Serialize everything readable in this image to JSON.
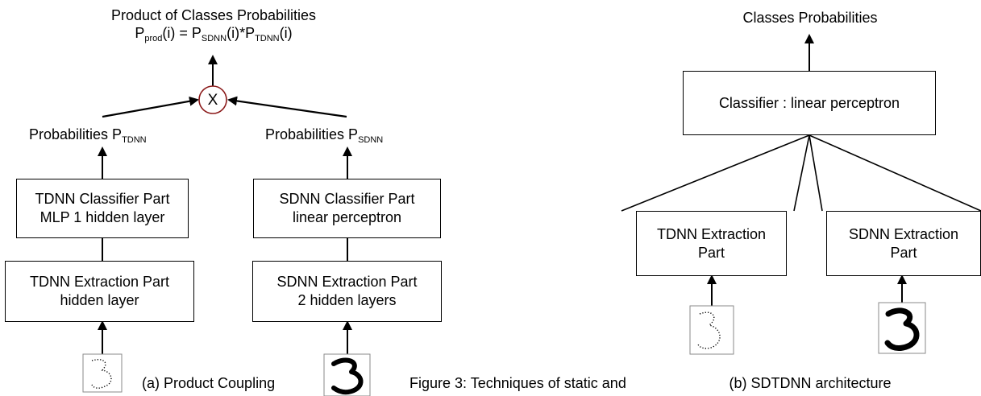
{
  "left": {
    "title": "Product of Classes Probabilities",
    "formula": {
      "p": "P",
      "prod": "prod",
      "mid1": "(i) = P",
      "sdnn": "SDNN",
      "mid2": "(i)*P",
      "tdnn": "TDNN",
      "end": "(i)"
    },
    "multiply_symbol": "X",
    "prob_tdnn": {
      "text": "Probabilities P",
      "sub": "TDNN"
    },
    "prob_sdnn": {
      "text": "Probabilities P",
      "sub": "SDNN"
    },
    "tdnn_classifier": {
      "line1": "TDNN Classifier Part",
      "line2": "MLP 1 hidden layer"
    },
    "sdnn_classifier": {
      "line1": "SDNN Classifier Part",
      "line2": "linear perceptron"
    },
    "tdnn_extraction": {
      "line1": "TDNN Extraction Part",
      "line2": "hidden layer"
    },
    "sdnn_extraction": {
      "line1": "SDNN Extraction Part",
      "line2": "2 hidden layers"
    },
    "caption": "(a) Product Coupling"
  },
  "figure_caption": "Figure 3: Techniques of static and",
  "right": {
    "title": "Classes Probabilities",
    "classifier": "Classifier : linear perceptron",
    "tdnn_extraction": {
      "line1": "TDNN Extraction",
      "line2": "Part"
    },
    "sdnn_extraction": {
      "line1": "SDNN Extraction",
      "line2": "Part"
    },
    "caption": "(b) SDTDNN architecture"
  }
}
